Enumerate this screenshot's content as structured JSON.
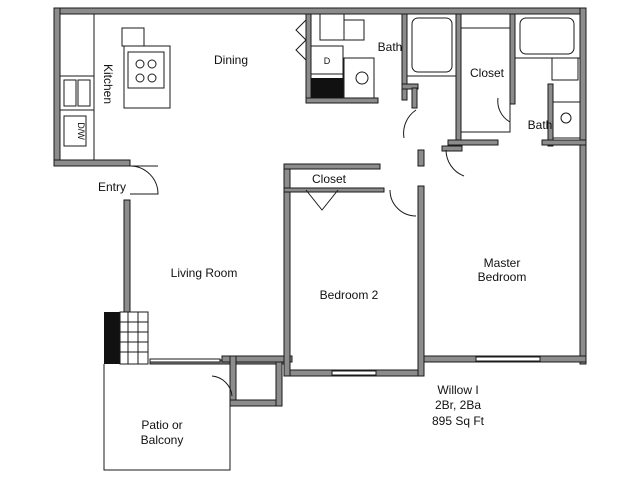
{
  "rooms": {
    "kitchen": "Kitchen",
    "dining": "Dining",
    "bath_1": "Bath",
    "closet_1": "Closet",
    "bath_2": "Bath",
    "entry": "Entry",
    "closet_2": "Closet",
    "living_room": "Living Room",
    "bedroom_2": "Bedroom 2",
    "master_line1": "Master",
    "master_line2": "Bedroom",
    "patio_line1": "Patio or",
    "patio_line2": "Balcony"
  },
  "appliances": {
    "dishwasher": "D/W",
    "dryer": "D",
    "washer": "W"
  },
  "plan_info": {
    "name": "Willow I",
    "beds_baths": "2Br, 2Ba",
    "area": "895 Sq Ft"
  }
}
